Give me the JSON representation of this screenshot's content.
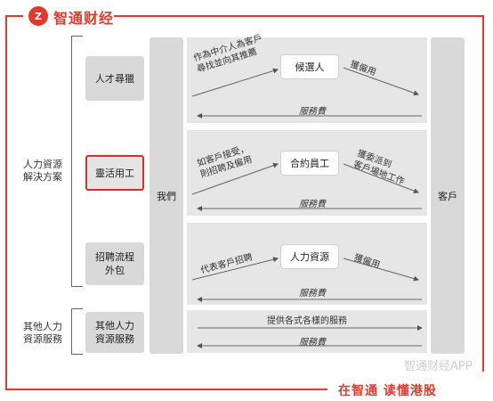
{
  "brand": {
    "logo_badge": "Z",
    "name": "智通财经",
    "footer": "在智通 读懂港股",
    "watermark": "智通财经APP"
  },
  "left_groups": [
    {
      "label": "人力資源\n解決方案"
    },
    {
      "label": "其他人力\n資源服務"
    }
  ],
  "services": [
    {
      "label": "人才尋獵"
    },
    {
      "label": "靈活用工"
    },
    {
      "label": "招聘流程\n外包"
    },
    {
      "label": "其他人力\n資源服務"
    }
  ],
  "center": {
    "us": "我們",
    "client": "客戶"
  },
  "rows": [
    {
      "top_left": "作為中介人為客戶\n尋找並向其推薦",
      "node": "候選人",
      "top_right": "獲僱用",
      "fee": "服務費"
    },
    {
      "top_left": "如客戶接受，\n則招聘及僱用",
      "node": "合約員工",
      "top_right": "獲委派到\n客戶場地工作",
      "fee": "服務費"
    },
    {
      "top_left": "代表客戶招聘",
      "node": "人力資源",
      "top_right": "獲僱用",
      "fee": "服務費"
    },
    {
      "top_left": "提供各式各樣的服務",
      "node": "",
      "top_right": "",
      "fee": "服務費"
    }
  ],
  "colors": {
    "accent": "#e03a2e",
    "panel": "#e6e6e6",
    "box": "#d9d9d9",
    "highlight": "#d62d2d"
  }
}
